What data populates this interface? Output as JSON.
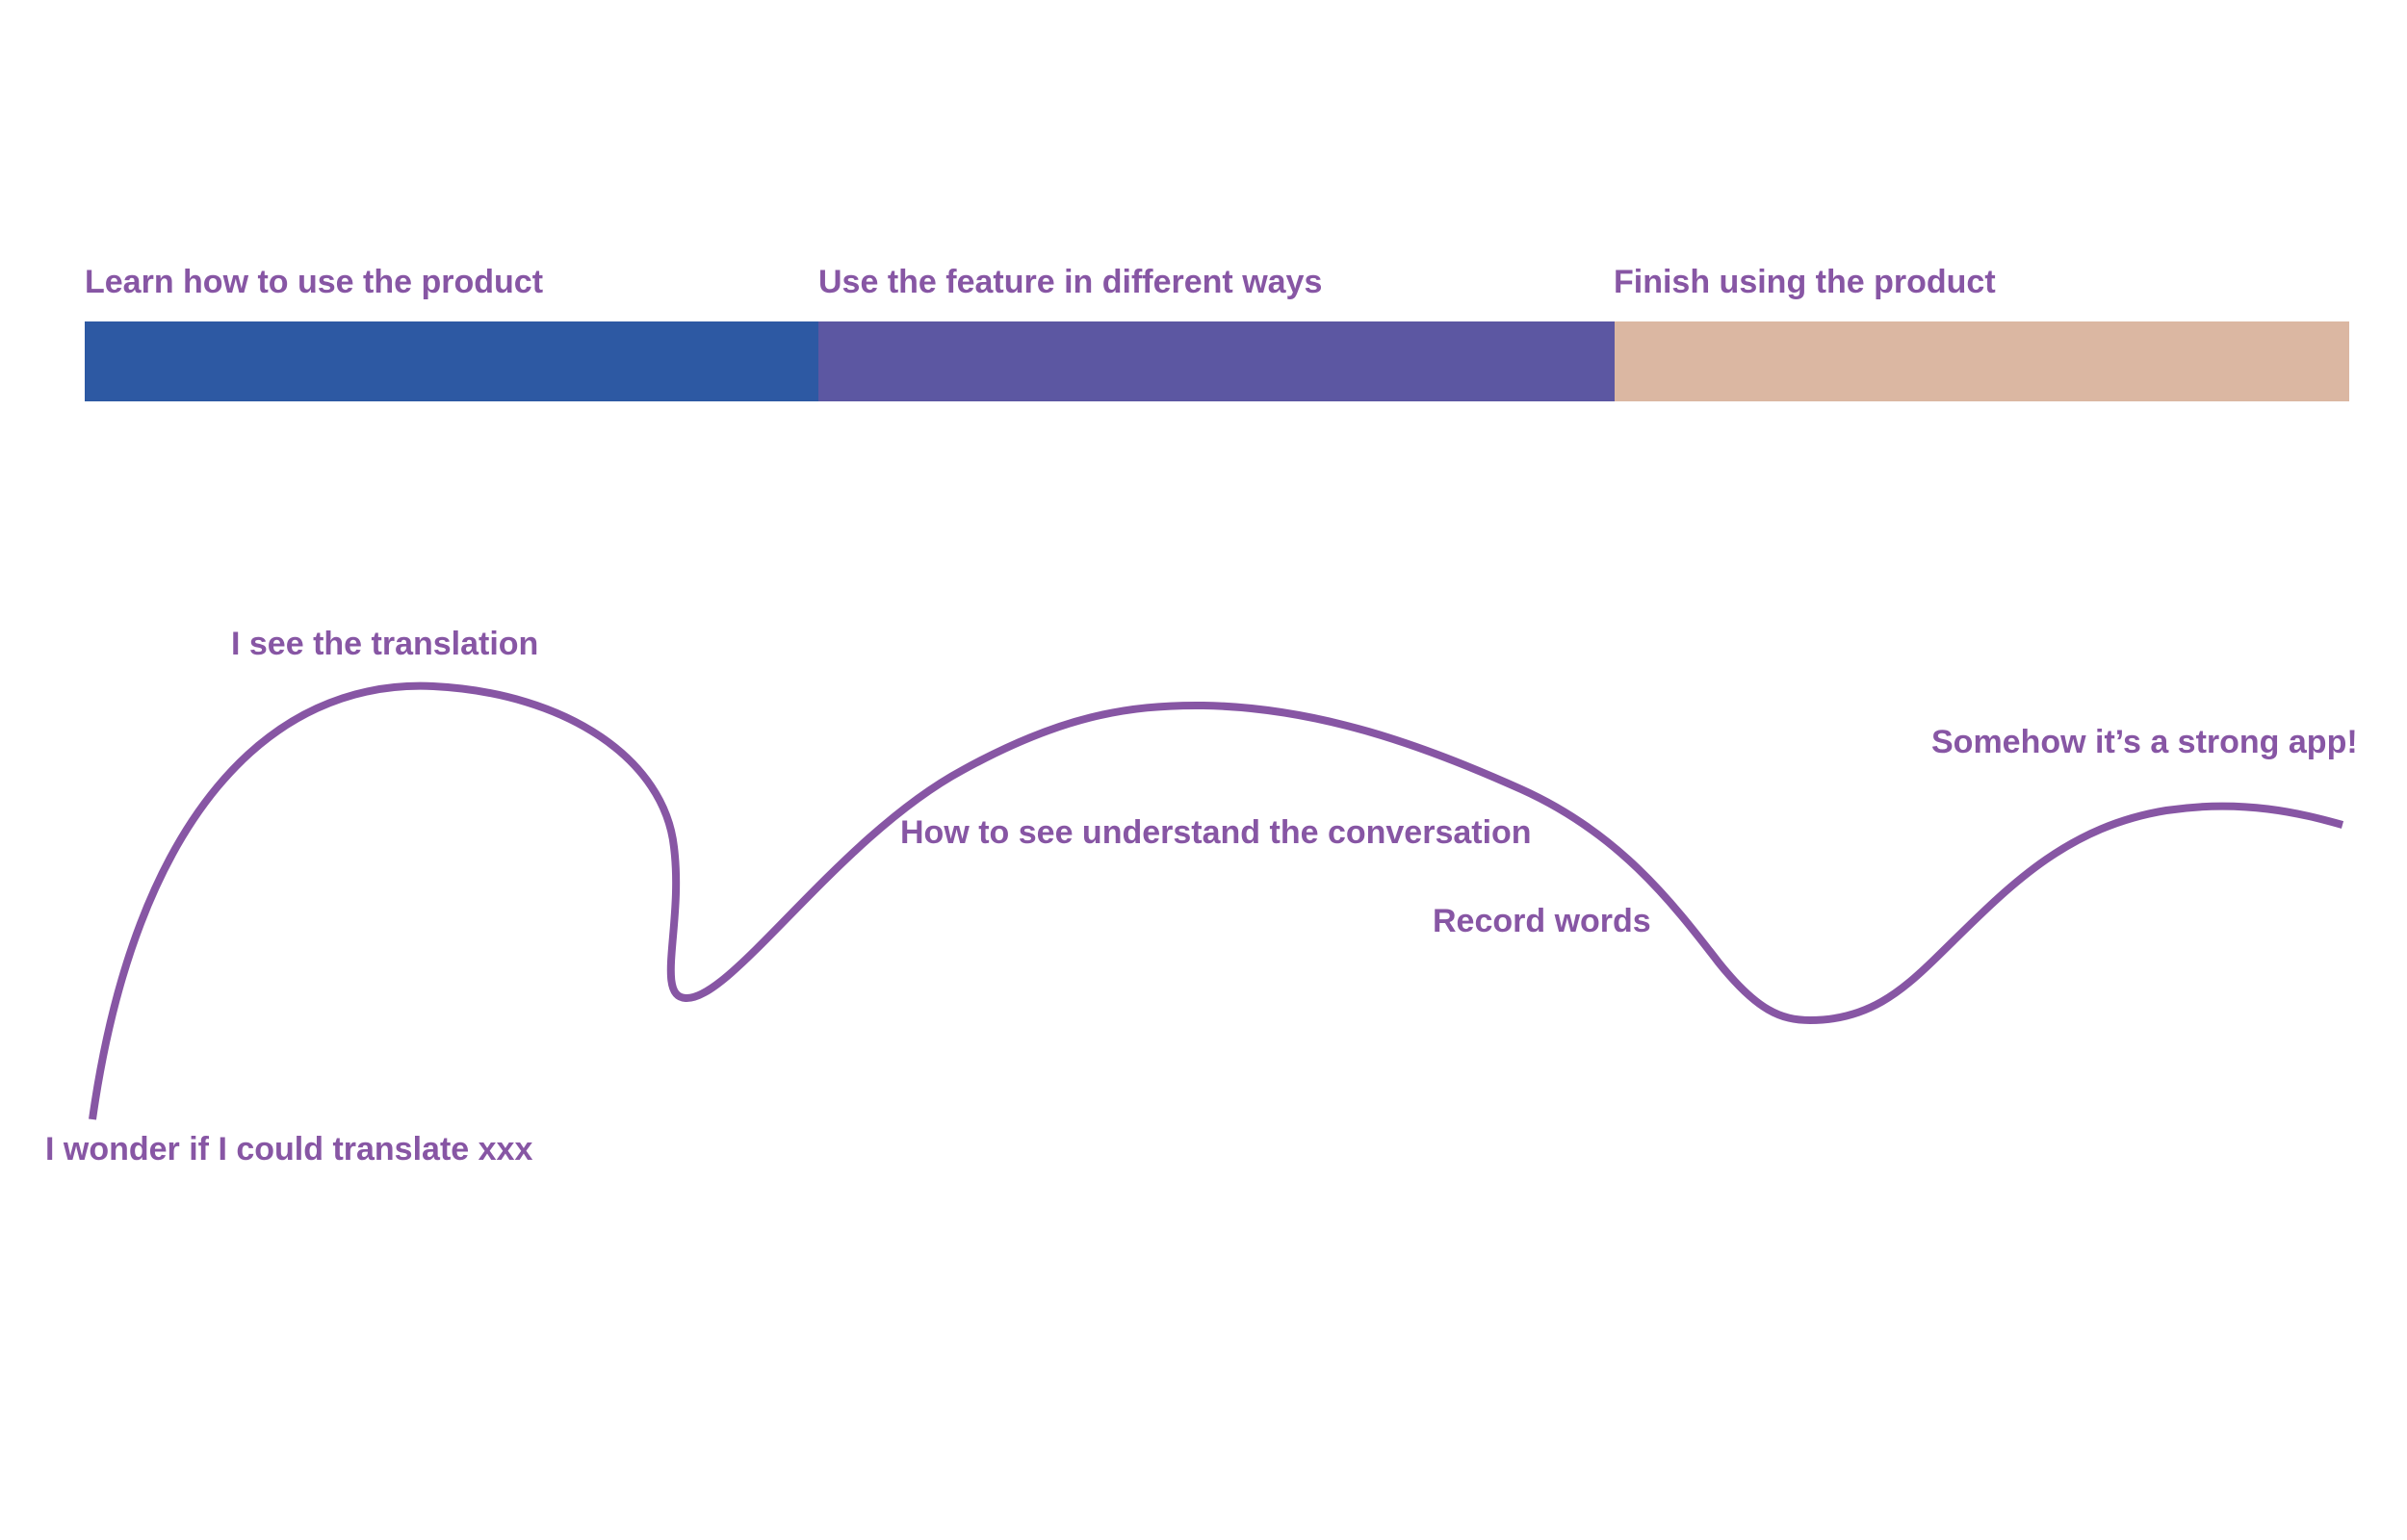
{
  "colors": {
    "text": "#8756A4",
    "curve": "#8756A4",
    "stage_learn": "#2D59A3",
    "stage_use": "#5C57A2",
    "stage_finish": "#DBB7A2"
  },
  "stages": [
    {
      "label": "Learn how to use the product"
    },
    {
      "label": "Use the feature in different ways"
    },
    {
      "label": "Finish using the product"
    }
  ],
  "journey_moments": [
    {
      "text": "I wonder if I could translate xxx"
    },
    {
      "text": "I see the translation"
    },
    {
      "text": "How to see understand the conversation"
    },
    {
      "text": "Record words"
    },
    {
      "text": "Somehow it’s a strong app!"
    }
  ]
}
